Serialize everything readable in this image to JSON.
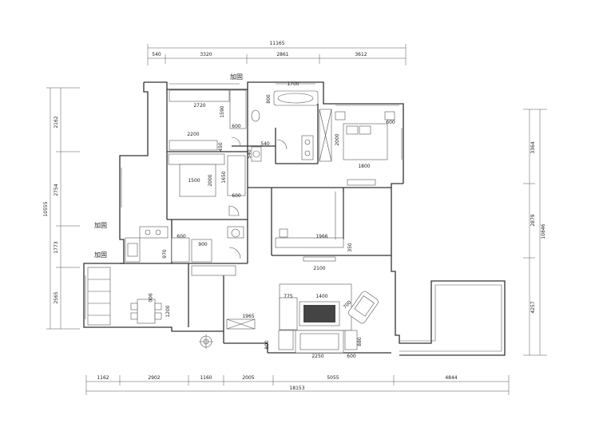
{
  "dimensions": {
    "top_total": "11165",
    "top_segments": [
      "540",
      "3320",
      "2861",
      "3612"
    ],
    "left": [
      "2162",
      "2754",
      "1773",
      "2565"
    ],
    "left_total": "10555",
    "right": [
      "3364",
      "2879",
      "4257"
    ],
    "right_total": "10846",
    "bottom_segments": [
      "1162",
      "2902",
      "1160",
      "2005",
      "5055",
      "4844"
    ],
    "bottom_total": "18153"
  },
  "annotations": {
    "reinforce_1": "加固",
    "reinforce_2": "加固",
    "reinforce_3": "加固"
  },
  "room_dims": {
    "d_1700": "1700",
    "d_800a": "800",
    "d_2720": "2720",
    "d_1590": "1590",
    "d_600a": "600",
    "d_2200": "2200",
    "d_450": "450",
    "d_540": "540",
    "d_540v": "540",
    "d_1500": "1500",
    "d_2000": "2000",
    "d_1650": "1650",
    "d_600b": "600",
    "d_1800": "1800",
    "d_2000b": "2000",
    "d_600c": "600",
    "d_900": "900",
    "d_970": "970",
    "d_1966": "1966",
    "d_350": "350",
    "d_2100": "2100",
    "d_775": "775",
    "d_1400": "1400",
    "d_1965": "1965",
    "d_800b": "800",
    "d_2250": "2250",
    "d_600d": "600",
    "d_880": "880",
    "d_1200": "1200",
    "d_900b": "900",
    "d_700": "700"
  }
}
